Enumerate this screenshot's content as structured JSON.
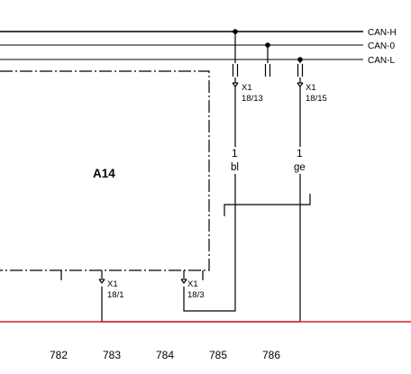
{
  "bus_lines": [
    {
      "id": "can-h",
      "label": "CAN-H"
    },
    {
      "id": "can-0",
      "label": "CAN-0"
    },
    {
      "id": "can-l",
      "label": "CAN-L"
    }
  ],
  "module": {
    "label": "A14"
  },
  "connectors": {
    "c1813": {
      "name": "X1",
      "pin": "18/13"
    },
    "c1815": {
      "name": "X1",
      "pin": "18/15"
    },
    "c181": {
      "name": "X1",
      "pin": "18/1"
    },
    "c183": {
      "name": "X1",
      "pin": "18/3"
    }
  },
  "wires": {
    "left": {
      "number": "1",
      "color": "bl"
    },
    "right": {
      "number": "1",
      "color": "ge"
    }
  },
  "sheet_numbers": [
    "782",
    "783",
    "784",
    "785",
    "786"
  ],
  "colors": {
    "ink": "#000000",
    "reference_line": "#d42020"
  }
}
